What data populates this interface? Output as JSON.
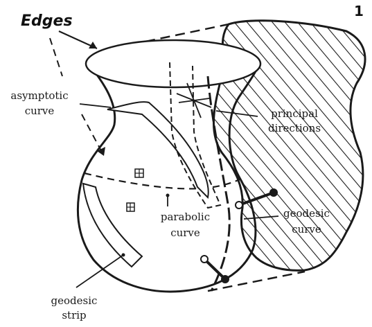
{
  "figure": {
    "number": "1",
    "labels": {
      "edges": "Edges",
      "asymptotic_line1": "asymptotic",
      "asymptotic_line2": "curve",
      "principal_line1": "principal",
      "principal_line2": "directions",
      "parabolic_line1": "parabolic",
      "parabolic_line2": "curve",
      "geodesic_curve_line1": "geodesic",
      "geodesic_curve_line2": "curve",
      "geodesic_strip_line1": "geodesic",
      "geodesic_strip_line2": "strip"
    }
  },
  "colors": {
    "ink": "#1a1a1a",
    "paper": "#ffffff"
  }
}
